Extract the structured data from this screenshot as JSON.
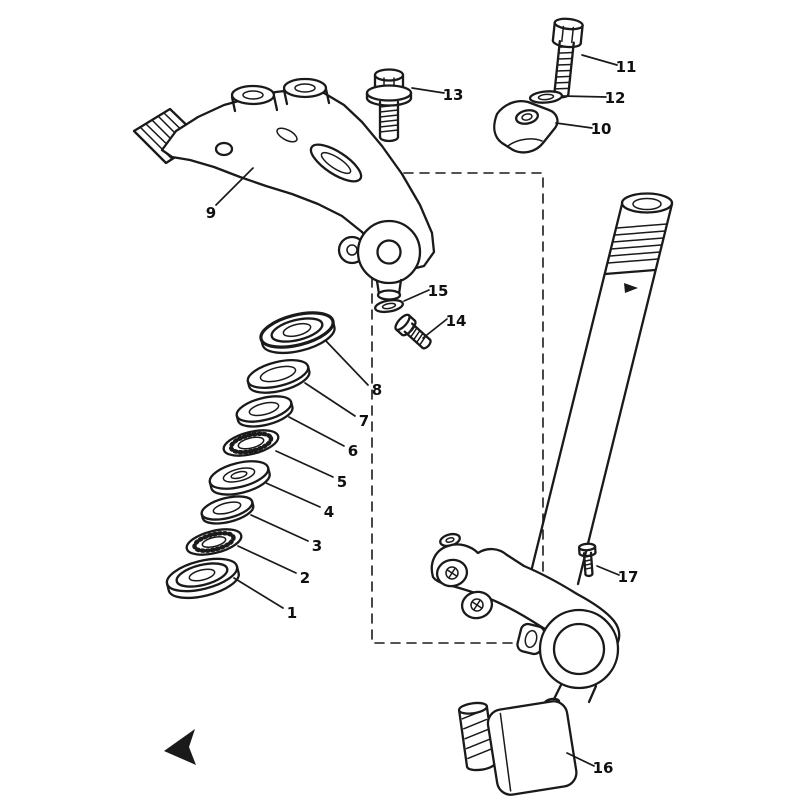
{
  "figure": {
    "type": "exploded-parts-diagram",
    "background": "#ffffff",
    "line_color": "#1a1a1a"
  },
  "parts": [
    {
      "label": "1"
    },
    {
      "label": "2"
    },
    {
      "label": "3"
    },
    {
      "label": "4"
    },
    {
      "label": "5"
    },
    {
      "label": "6"
    },
    {
      "label": "7"
    },
    {
      "label": "8"
    },
    {
      "label": "9"
    },
    {
      "label": "10"
    },
    {
      "label": "11"
    },
    {
      "label": "12"
    },
    {
      "label": "13"
    },
    {
      "label": "14"
    },
    {
      "label": "15"
    },
    {
      "label": "16"
    },
    {
      "label": "17"
    }
  ]
}
